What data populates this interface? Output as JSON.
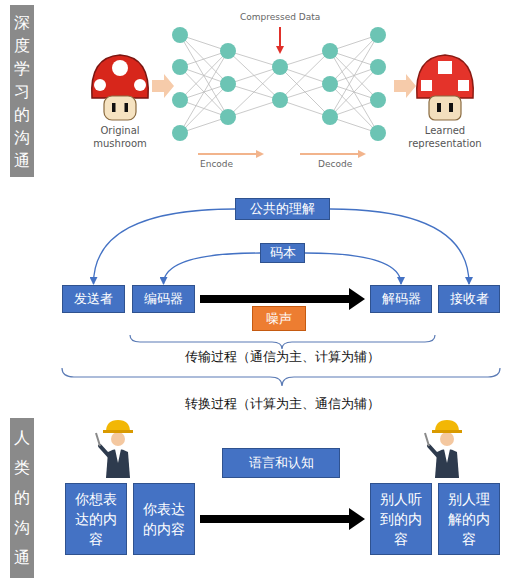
{
  "diagram": {
    "nodes": [
      {
        "text": [
          "深度学习的沟通"
        ]
      },
      {
        "text": [
          "公共的理解"
        ]
      },
      {
        "text": [
          "码本"
        ]
      },
      {
        "text": [
          "发送者"
        ]
      },
      {
        "text": [
          "编码器"
        ]
      },
      {
        "text": [
          "解码器"
        ]
      },
      {
        "text": [
          "接收者"
        ]
      },
      {
        "text": [
          "噪声"
        ]
      },
      {
        "text": [
          "人类的沟通"
        ]
      },
      {
        "text": [
          "语言和认知"
        ]
      },
      {
        "text": [
          "你想表达的内容"
        ]
      },
      {
        "text": [
          "你表达的内容"
        ]
      },
      {
        "text": [
          "别人听到的内容"
        ]
      },
      {
        "text": [
          "别人理解的内容"
        ]
      }
    ],
    "edges": [
      {
        "from": 1,
        "to": 3,
        "arrow": "to"
      },
      {
        "from": 1,
        "to": 6,
        "arrow": "to"
      },
      {
        "from": 2,
        "to": 4,
        "arrow": "to"
      },
      {
        "from": 2,
        "to": 5,
        "arrow": "to"
      },
      {
        "from": 4,
        "to": 5,
        "arrow": "to"
      },
      {
        "from": 11,
        "to": 12,
        "arrow": "to"
      }
    ],
    "labels": [
      "Compressed Data",
      "Original mushroom",
      "Learned representation",
      "Encode",
      "Decode",
      "传输过程（通信为主、计算为辅）",
      "转换过程（计算为主、通信为辅）"
    ]
  }
}
